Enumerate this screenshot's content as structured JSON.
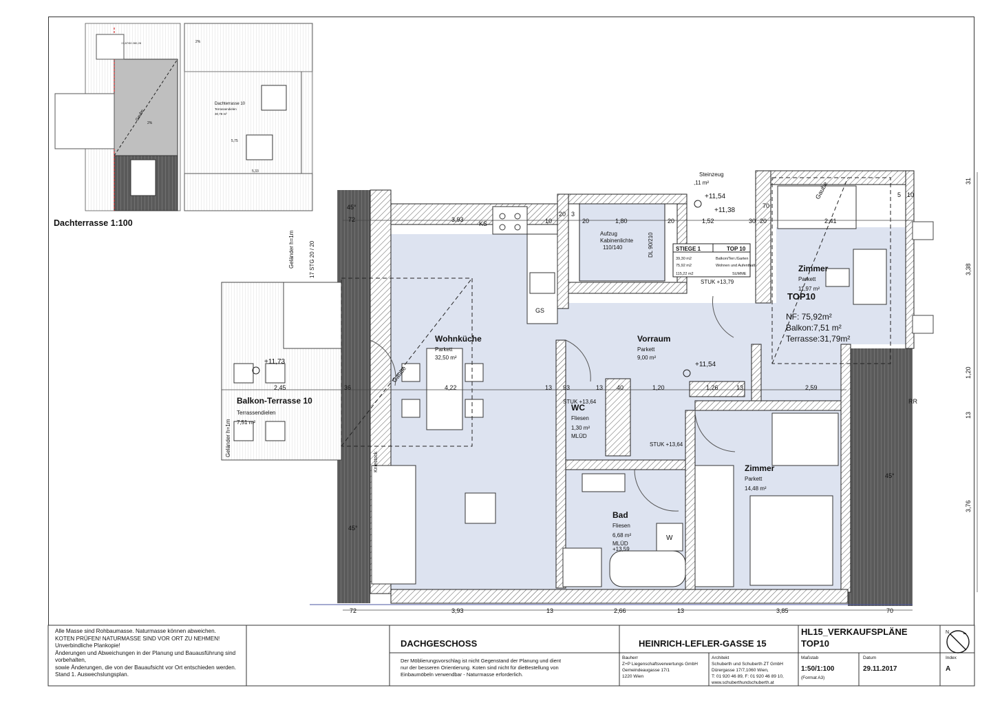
{
  "inset": {
    "caption": "Dachterrasse 1:100",
    "terrace_name": "Dachterrasse 10",
    "terrace_floor": "Terrassendielen",
    "terrace_area": "30,78 m²",
    "gaube": "Gaube",
    "slope": "2%",
    "slope_top": "2%",
    "dim_w": "5,33",
    "dim_h": "5,75",
    "stair": "17,87/50 280,28"
  },
  "plan": {
    "rooms": {
      "wohnkueche": {
        "name": "Wohnküche",
        "floor": "Parkett",
        "area": "32,50 m²"
      },
      "vorraum": {
        "name": "Vorraum",
        "floor": "Parkett",
        "area": "9,00 m²"
      },
      "wc": {
        "name": "WC",
        "floor": "Fliesen",
        "area": "1,30 m²",
        "note": "MLÜD"
      },
      "bad": {
        "name": "Bad",
        "floor": "Fliesen",
        "area": "6,68 m²",
        "note": "MLÜD"
      },
      "zimmer1": {
        "name": "Zimmer",
        "floor": "Parkett",
        "area": "11,97 m²"
      },
      "zimmer2": {
        "name": "Zimmer",
        "floor": "Parkett",
        "area": "14,48 m²"
      },
      "balkon": {
        "name": "Balkon-Terrasse 10",
        "floor": "Terrassendielen",
        "area": "7,51 m²"
      }
    },
    "top": {
      "label": "TOP10",
      "nf": "NF: 75,92m²",
      "balkon": "Balkon:7,51 m²",
      "terrasse": "Terrasse:31,79m²"
    },
    "elevator": {
      "label": "Aufzug",
      "cabin": "Kabinenlichte",
      "size": "110/140",
      "door": "DL 90/210"
    },
    "stiege_table": {
      "col1": "STIEGE 1",
      "col2": "TOP 10",
      "rows": [
        [
          "39,30 m2",
          "Balkon/Terr./Garten"
        ],
        [
          "75,92 m2",
          "Wohnen und Aufenthalt"
        ],
        [
          "115,22 m2",
          "SUMME"
        ]
      ]
    },
    "levels": [
      "+11,54",
      "+11,38",
      "+11,73",
      "+11,54"
    ],
    "top_dims": [
      "72",
      "3,93",
      "KS",
      "10",
      "20",
      "3",
      "20",
      "1,80",
      "20",
      "1,52",
      "30",
      "20",
      "2,41",
      "5",
      "10"
    ],
    "bottom_dims": [
      "72",
      "3,93",
      "13",
      "2,66",
      "13",
      "3,85",
      "70"
    ],
    "mid_dims": [
      "2,45",
      "36",
      "4,22",
      "13",
      "93",
      "13",
      "40",
      "1,20",
      "1,26",
      "13",
      "2,59"
    ],
    "right_dims": [
      "31",
      "3,38",
      "1,20",
      "13",
      "3,76"
    ],
    "misc": {
      "gs": "GS",
      "w": "W",
      "kniestock": "Kniestock",
      "rr": "RR",
      "deg45": "45°",
      "gelaender": "Geländer h=1m",
      "stg": "17 STG 20 / 20",
      "steinzeug": "Steinzeug",
      "dim_11": ",11 m²",
      "gaube": "Gaube",
      "dim_70": "70",
      "stuk_1379": "STUK +13,79",
      "stuk_1364": "STUK +13,64",
      "stuk_1359": "+13,59"
    }
  },
  "title_block": {
    "notes": [
      "Alle Masse sind Rohbaumasse. Naturmasse können abweichen.",
      "KOTEN PRÜFEN! NATURMASSE SIND VOR ORT ZU NEHMEN!",
      "Unverbindliche Plankopie!",
      "Änderungen und Abweichungen in der Planung und Bauausführung sind",
      "vorbehalten,",
      "sowie Änderungen, die von der Bauaufsicht vor Ort entschieden werden.",
      "Stand 1. Auswechslungsplan."
    ],
    "floor": "DACHGESCHOSS",
    "disclaimer": [
      "Der Möblierungsvorschlag ist nicht Gegenstand der Planung und dient",
      "nur der besseren Orientierung. Koten sind nicht für dieBestellung von",
      "Einbaumöbeln verwendbar - Naturmasse erforderlich."
    ],
    "address": "HEINRICH-LEFLER-GASSE 15",
    "project": "HL15_VERKAUFSPLÄNE",
    "project_sub": "TOP10",
    "bauherr_label": "Bauherr",
    "bauherr": [
      "Z+P Liegenschaftsverwertungs GmbH",
      "Gemeindeaugasse 17/1",
      "1220 Wien"
    ],
    "architekt_label": "Architekt",
    "architekt": [
      "Schuberth und Schuberth ZT GmbH",
      "Dürergasse 17/7,1060 Wien,",
      "T: 01 920 46 89, F: 01 920 46 89 10,",
      "www.schuberthundschuberth.at"
    ],
    "massstab_label": "Maßstab",
    "massstab": "1:50/1:100",
    "format": "(Format A3)",
    "datum_label": "Datum",
    "datum": "29.11.2017",
    "index_label": "Index",
    "index": "A",
    "north": "N"
  }
}
